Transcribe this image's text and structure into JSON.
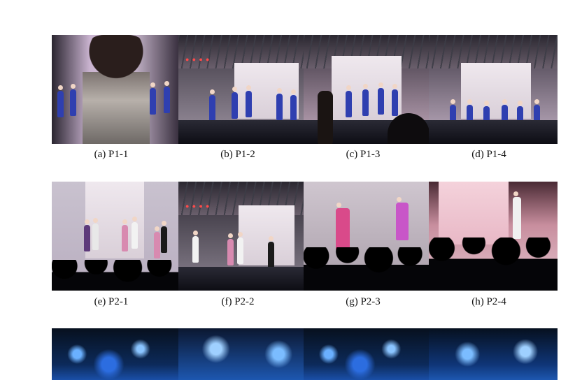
{
  "figure": {
    "rows": [
      {
        "panels": [
          {
            "caption": "(a) P1-1"
          },
          {
            "caption": "(b) P1-2"
          },
          {
            "caption": "(c) P1-3"
          },
          {
            "caption": "(d) P1-4"
          }
        ]
      },
      {
        "panels": [
          {
            "caption": "(e) P2-1"
          },
          {
            "caption": "(f) P2-2"
          },
          {
            "caption": "(g) P2-3"
          },
          {
            "caption": "(h) P2-4"
          }
        ]
      },
      {
        "panels": [
          {
            "caption": ""
          },
          {
            "caption": ""
          },
          {
            "caption": ""
          },
          {
            "caption": ""
          }
        ]
      }
    ]
  }
}
